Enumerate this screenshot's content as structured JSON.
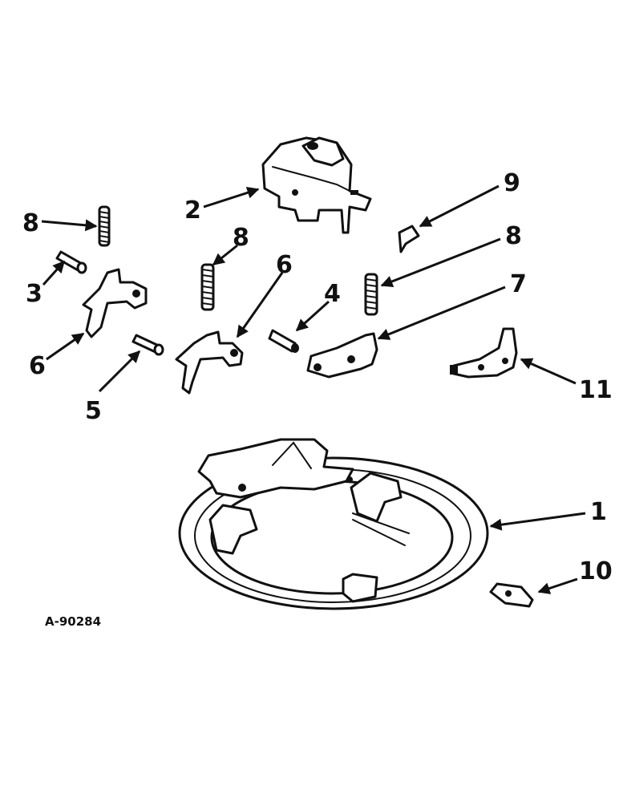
{
  "drawing_number": "A-90284",
  "callouts": {
    "c1": "1",
    "c2": "2",
    "c3": "3",
    "c4": "4",
    "c5": "5",
    "c6a": "6",
    "c6b": "6",
    "c7": "7",
    "c8a": "8",
    "c8b": "8",
    "c8c": "8",
    "c9": "9",
    "c10": "10",
    "c11": "11"
  }
}
